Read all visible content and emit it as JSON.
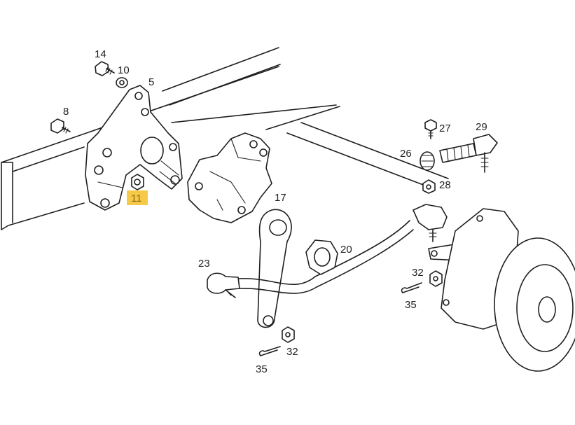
{
  "diagram": {
    "highlight_color": "#f7c948",
    "line_color": "#1f1f1f",
    "callouts": [
      {
        "id": "c14",
        "text": "14"
      },
      {
        "id": "c10",
        "text": "10"
      },
      {
        "id": "c5",
        "text": "5"
      },
      {
        "id": "c8",
        "text": "8"
      },
      {
        "id": "c11",
        "text": "11",
        "highlighted": true
      },
      {
        "id": "c17",
        "text": "17"
      },
      {
        "id": "c20",
        "text": "20"
      },
      {
        "id": "c23",
        "text": "23"
      },
      {
        "id": "c32a",
        "text": "32"
      },
      {
        "id": "c35a",
        "text": "35"
      },
      {
        "id": "c27",
        "text": "27"
      },
      {
        "id": "c29",
        "text": "29"
      },
      {
        "id": "c26",
        "text": "26"
      },
      {
        "id": "c28",
        "text": "28"
      },
      {
        "id": "c32b",
        "text": "32"
      },
      {
        "id": "c35b",
        "text": "35"
      }
    ]
  }
}
